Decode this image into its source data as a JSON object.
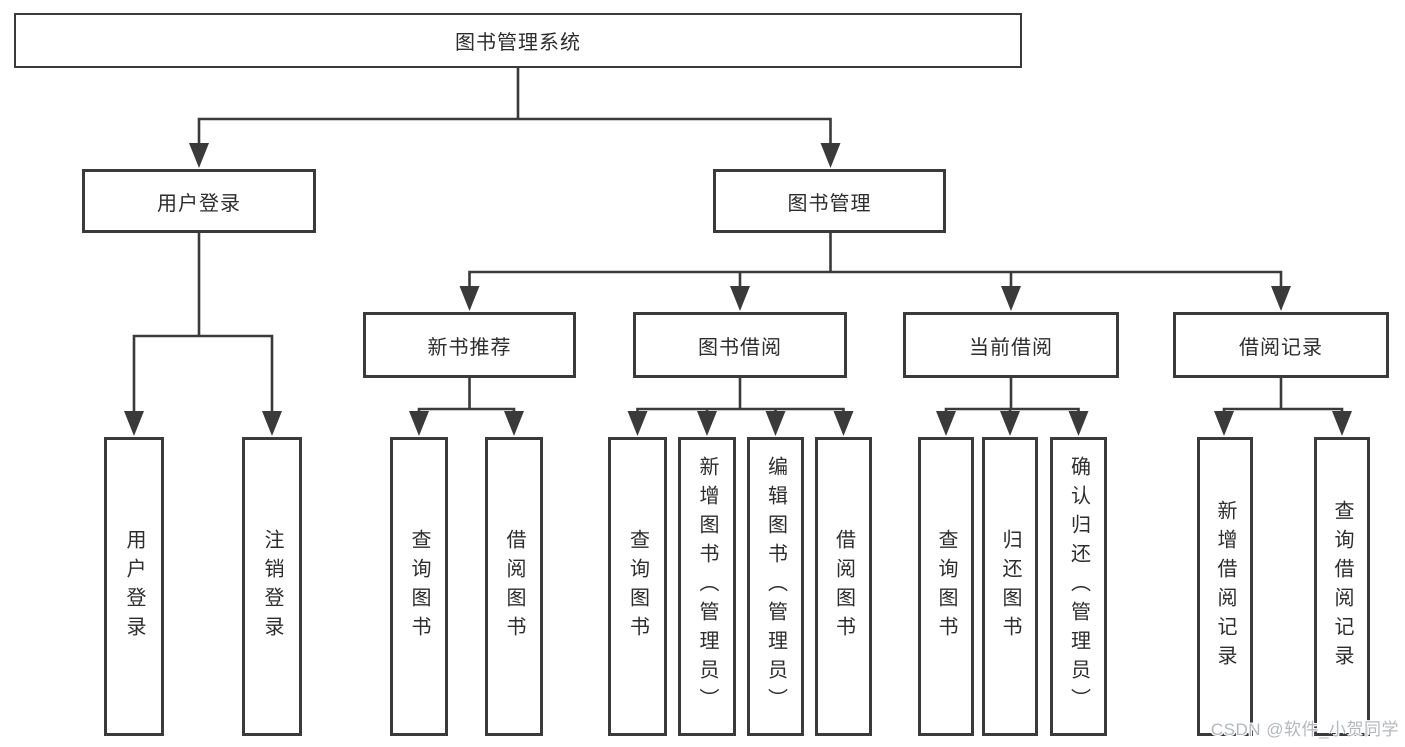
{
  "tree": {
    "root": {
      "label": "图书管理系统",
      "children": [
        {
          "label": "用户登录",
          "children": [
            {
              "label": "用户登录"
            },
            {
              "label": "注销登录"
            }
          ]
        },
        {
          "label": "图书管理",
          "children": [
            {
              "label": "新书推荐",
              "children": [
                {
                  "label": "查询图书"
                },
                {
                  "label": "借阅图书"
                }
              ]
            },
            {
              "label": "图书借阅",
              "children": [
                {
                  "label": "查询图书"
                },
                {
                  "label": "新增图书（管理员）"
                },
                {
                  "label": "编辑图书（管理员）"
                },
                {
                  "label": "借阅图书"
                }
              ]
            },
            {
              "label": "当前借阅",
              "children": [
                {
                  "label": "查询图书"
                },
                {
                  "label": "归还图书"
                },
                {
                  "label": "确认归还（管理员）"
                }
              ]
            },
            {
              "label": "借阅记录",
              "children": [
                {
                  "label": "新增借阅记录"
                },
                {
                  "label": "查询借阅记录"
                }
              ]
            }
          ]
        }
      ]
    }
  },
  "watermark": {
    "text": "CSDN @软件_小贺同学"
  },
  "colors": {
    "bg": "#ffffff",
    "line": "#3a3a3a",
    "border": "#3a3a3a",
    "text": "#2d2d2d",
    "watermark": "#b4b8bc"
  }
}
